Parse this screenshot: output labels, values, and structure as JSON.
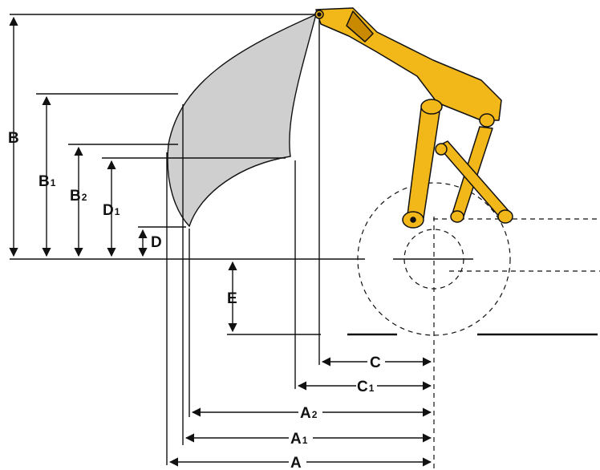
{
  "diagram": {
    "colors": {
      "boom": "#f2b719",
      "boom_shade": "#c98a00",
      "envelope": "#cfcfcf",
      "line": "#111111"
    },
    "labels": {
      "A": "A",
      "A1_main": "A",
      "A1_sub": "1",
      "A2_main": "A",
      "A2_sub": "2",
      "B": "B",
      "B1_main": "B",
      "B1_sub": "1",
      "B2_main": "B",
      "B2_sub": "2",
      "C": "C",
      "C1_main": "C",
      "C1_sub": "1",
      "D": "D",
      "D1_main": "D",
      "D1_sub": "1",
      "E": "E"
    }
  }
}
